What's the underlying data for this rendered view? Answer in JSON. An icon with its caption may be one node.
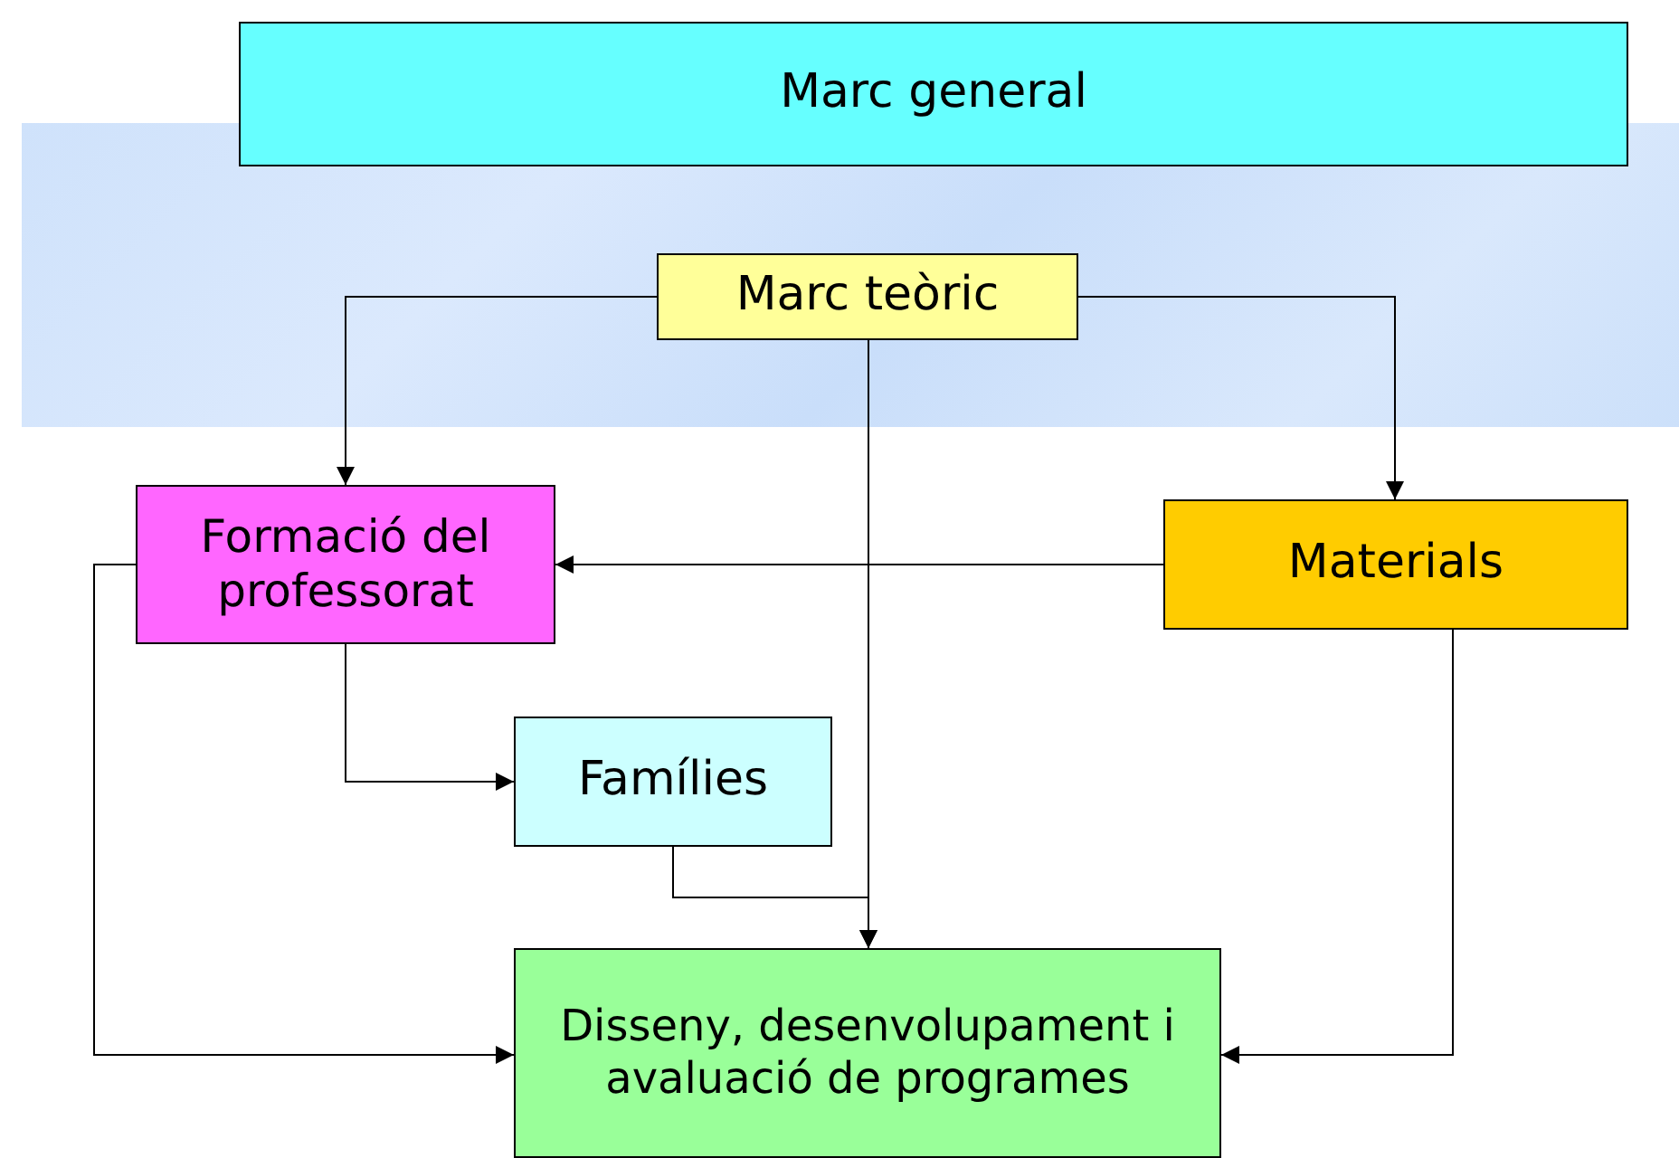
{
  "diagram": {
    "nodes": [
      {
        "text": [
          "Marc general"
        ]
      },
      {
        "text": [
          "Marc teòric"
        ]
      },
      {
        "text": [
          "Formació del professorat"
        ]
      },
      {
        "text": [
          "Materials"
        ]
      },
      {
        "text": [
          "Famílies"
        ]
      },
      {
        "text": [
          "Disseny, desenvolupament i avaluació de programes"
        ]
      }
    ],
    "edges": [
      {
        "from": 1,
        "to": 2,
        "arrow": "to"
      },
      {
        "from": 1,
        "to": 3,
        "arrow": "to"
      },
      {
        "from": 1,
        "to": 5,
        "arrow": "to"
      },
      {
        "from": 3,
        "to": 2,
        "arrow": "to"
      },
      {
        "from": 2,
        "to": 4,
        "arrow": "to"
      },
      {
        "from": 4,
        "to": 5,
        "arrow": "to"
      },
      {
        "from": 2,
        "to": 5,
        "arrow": "to"
      },
      {
        "from": 3,
        "to": 5,
        "arrow": "to"
      }
    ]
  }
}
